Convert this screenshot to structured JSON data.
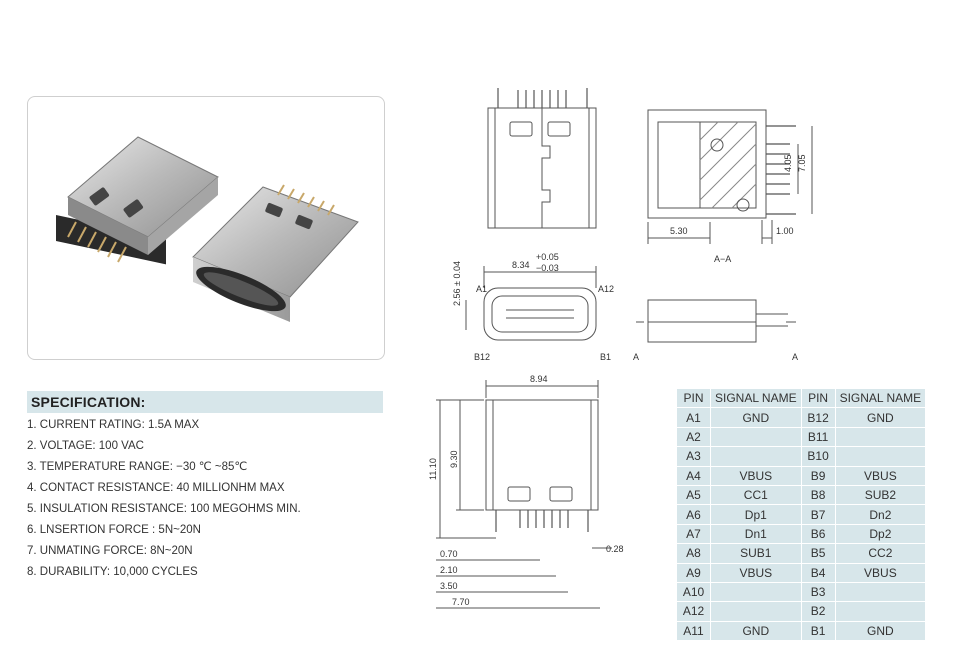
{
  "specification": {
    "title": "SPECIFICATION:",
    "items": [
      "1. CURRENT RATING: 1.5A MAX",
      "2. VOLTAGE: 100 VAC",
      "3. TEMPERATURE RANGE: −30 ℃ ~85℃",
      "4. CONTACT RESISTANCE: 40 MILLIONHM MAX",
      "5. INSULATION RESISTANCE: 100 MEGOHMS MIN.",
      "6. LNSERTION FORCE : 5N~20N",
      "7. UNMATING FORCE: 8N~20N",
      "8. DURABILITY:  10,000 CYCLES"
    ]
  },
  "drawing": {
    "dim_405": "4.05",
    "dim_705": "7.05",
    "dim_530": "5.30",
    "dim_100": "1.00",
    "section": "A−A",
    "dim_256": "2.56 ± 0.04",
    "dim_834": "8.34",
    "tol_plus": "+0.05",
    "tol_minus": "−0.03",
    "pin_a1": "A1",
    "pin_a12": "A12",
    "pin_b12": "B12",
    "pin_b1": "B1",
    "cut_a": "A",
    "dim_894": "8.94",
    "dim_1110": "11.10",
    "dim_930": "9.30",
    "dim_070": "0.70",
    "dim_210": "2.10",
    "dim_350": "3.50",
    "dim_770": "7.70",
    "dim_028": "0.28"
  },
  "pin_table": {
    "headers": [
      "PIN",
      "SIGNAL NAME",
      "PIN",
      "SIGNAL NAME"
    ],
    "rows": [
      [
        "A1",
        "GND",
        "B12",
        "GND"
      ],
      [
        "A2",
        "",
        "B11",
        ""
      ],
      [
        "A3",
        "",
        "B10",
        ""
      ],
      [
        "A4",
        "VBUS",
        "B9",
        "VBUS"
      ],
      [
        "A5",
        "CC1",
        "B8",
        "SUB2"
      ],
      [
        "A6",
        "Dp1",
        "B7",
        "Dn2"
      ],
      [
        "A7",
        "Dn1",
        "B6",
        "Dp2"
      ],
      [
        "A8",
        "SUB1",
        "B5",
        "CC2"
      ],
      [
        "A9",
        "VBUS",
        "B4",
        "VBUS"
      ],
      [
        "A10",
        "",
        "B3",
        ""
      ],
      [
        "A12",
        "",
        "B2",
        ""
      ],
      [
        "A11",
        "GND",
        "B1",
        "GND"
      ]
    ]
  }
}
